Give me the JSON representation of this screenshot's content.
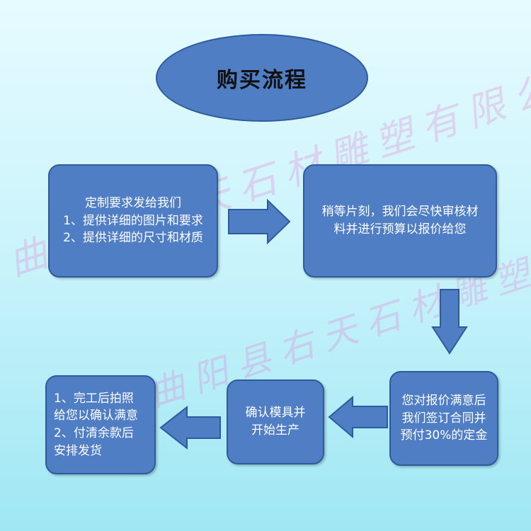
{
  "title": "购买流程",
  "steps": [
    {
      "lines": [
        "定制要求发给我们",
        "1、提供详细的图片和要求",
        "2、提供详细的尺寸和材质"
      ]
    },
    {
      "lines": [
        "稍等片刻，我们会尽快审核材",
        "料并进行预算以报价给您"
      ]
    },
    {
      "lines": [
        "您对报价满意后",
        "我们签订合同并",
        "预付30%的定金"
      ]
    },
    {
      "lines": [
        "确认模具并",
        "开始生产"
      ]
    },
    {
      "lines": [
        "1、完工后拍照",
        "给您以确认满意",
        "2、付清余款后",
        "安排发货"
      ]
    }
  ],
  "watermark": "曲阳县右天石材雕塑有限公司",
  "colors": {
    "box_fill": "#4f7ec4",
    "box_border": "#2f5b9c",
    "arrow_fill": "#4f7ec4"
  }
}
